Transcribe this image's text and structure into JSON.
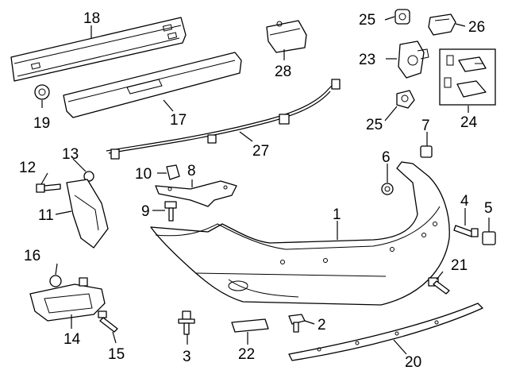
{
  "diagram": {
    "callouts": [
      {
        "id": "c1",
        "text": "1"
      },
      {
        "id": "c2",
        "text": "2"
      },
      {
        "id": "c3",
        "text": "3"
      },
      {
        "id": "c4",
        "text": "4"
      },
      {
        "id": "c5",
        "text": "5"
      },
      {
        "id": "c6",
        "text": "6"
      },
      {
        "id": "c7",
        "text": "7"
      },
      {
        "id": "c8",
        "text": "8"
      },
      {
        "id": "c9",
        "text": "9"
      },
      {
        "id": "c10",
        "text": "10"
      },
      {
        "id": "c11",
        "text": "11"
      },
      {
        "id": "c12",
        "text": "12"
      },
      {
        "id": "c13",
        "text": "13"
      },
      {
        "id": "c14",
        "text": "14"
      },
      {
        "id": "c15",
        "text": "15"
      },
      {
        "id": "c16",
        "text": "16"
      },
      {
        "id": "c17",
        "text": "17"
      },
      {
        "id": "c18",
        "text": "18"
      },
      {
        "id": "c19",
        "text": "19"
      },
      {
        "id": "c20",
        "text": "20"
      },
      {
        "id": "c21",
        "text": "21"
      },
      {
        "id": "c22",
        "text": "22"
      },
      {
        "id": "c23",
        "text": "23"
      },
      {
        "id": "c24",
        "text": "24"
      },
      {
        "id": "c25a",
        "text": "25"
      },
      {
        "id": "c25b",
        "text": "25"
      },
      {
        "id": "c26",
        "text": "26"
      },
      {
        "id": "c27",
        "text": "27"
      },
      {
        "id": "c28",
        "text": "28"
      }
    ]
  }
}
